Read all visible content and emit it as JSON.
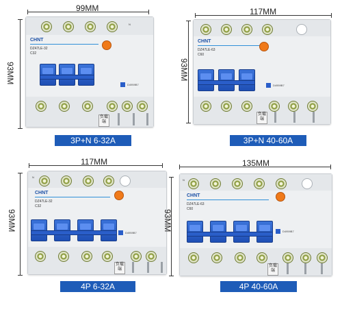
{
  "panels": [
    {
      "width_label": "99MM",
      "height_label": "93MM",
      "caption": "3P+N 6-32A",
      "brand": "CHNT",
      "model": "DZ47LE-32",
      "rating": "C32"
    },
    {
      "width_label": "117MM",
      "height_label": "93MM",
      "caption": "3P+N  40-60A",
      "brand": "CHNT",
      "model": "DZ47LE-63",
      "rating": "C60"
    },
    {
      "width_label": "117MM",
      "height_label": "93MM",
      "caption": "4P 6-32A",
      "brand": "CHNT",
      "model": "DZ47LE-32",
      "rating": "C32"
    },
    {
      "width_label": "135MM",
      "height_label": "93MM",
      "caption": "4P  40-60A",
      "brand": "CHNT",
      "model": "DZ47LE-63",
      "rating": "C60"
    }
  ],
  "neutral_mark": "N",
  "test_label": "D4959B7",
  "load_label": "负载端",
  "colors": {
    "toggle_blue": "#2a5ec9",
    "caption_blue": "#1e5cb8",
    "test_orange": "#f07a1a"
  }
}
